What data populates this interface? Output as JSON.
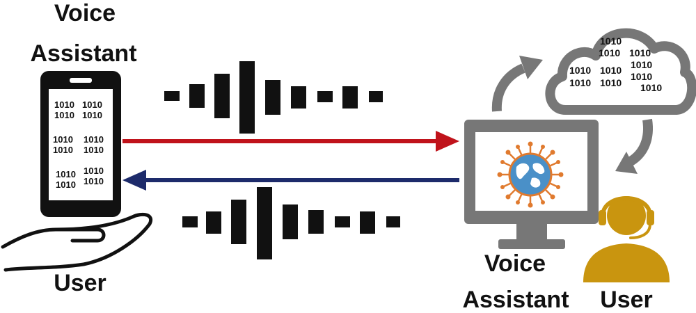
{
  "left": {
    "title_line1": "Voice",
    "title_line2": "Assistant",
    "user_label": "User",
    "phone_binary": "1010"
  },
  "right": {
    "title_line1": "Voice",
    "title_line2": "Assistant",
    "user_label": "User",
    "cloud_binary": "1010"
  },
  "colors": {
    "request_arrow": "#c0131b",
    "response_arrow": "#1d2b6b",
    "device_gray": "#777777",
    "cloud_gray": "#777777",
    "agent_gold": "#c9950f",
    "virus_orange": "#e07a2e",
    "globe_blue": "#4a90c8"
  },
  "icons": [
    "smartphone-icon",
    "hand-icon",
    "sound-wave-icon",
    "monitor-icon",
    "virus-globe-icon",
    "cloud-icon",
    "cycle-arrow-icon",
    "support-agent-icon"
  ]
}
